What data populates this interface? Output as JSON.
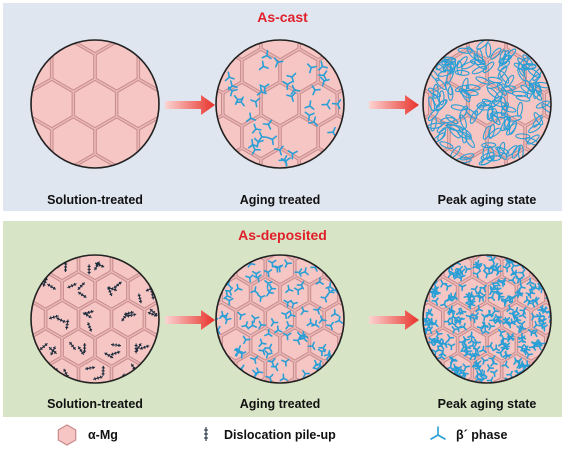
{
  "sections": {
    "top": {
      "title": "As-cast",
      "stages": [
        "Solution-treated",
        "Aging treated",
        "Peak aging state"
      ]
    },
    "bottom": {
      "title": "As-deposited",
      "stages": [
        "Solution-treated",
        "Aging treated",
        "Peak aging state"
      ]
    }
  },
  "legend": {
    "alpha_mg": "α-Mg",
    "dislocation": "Dislocation pile-up",
    "beta_phase": "β´ phase"
  },
  "colors": {
    "title_red": "#e0202a",
    "top_panel_bg": "#dfe6f0",
    "bottom_panel_bg": "#d8e4c6",
    "grain_fill": "#f6c6c4",
    "grain_stroke": "#c98b8b",
    "circle_bg": "#e9b8b9",
    "precipitate_blue": "#2a9fd6",
    "arrow_red": "#e8322a"
  },
  "icons": [
    "hexagon-grain-icon",
    "dislocation-icon",
    "tri-precipitate-icon",
    "red-arrow-icon"
  ]
}
